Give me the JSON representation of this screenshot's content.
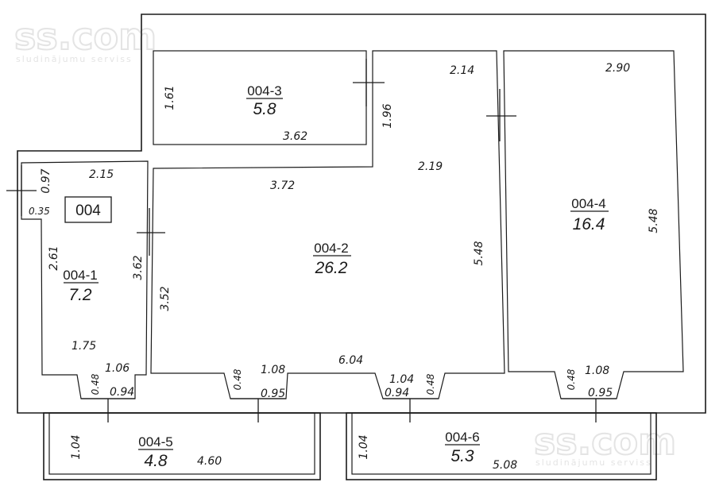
{
  "apartment": {
    "label": "004"
  },
  "watermark": {
    "brand": "ss.com",
    "tagline": "sludinājumu serviss"
  },
  "rooms": [
    {
      "id": "004-1",
      "area": "7.2"
    },
    {
      "id": "004-2",
      "area": "26.2"
    },
    {
      "id": "004-3",
      "area": "5.8"
    },
    {
      "id": "004-4",
      "area": "16.4"
    },
    {
      "id": "004-5",
      "area": "4.8"
    },
    {
      "id": "004-6",
      "area": "5.3"
    }
  ],
  "dimensions": {
    "r3_left": "1.61",
    "r3_bottom": "3.62",
    "r2_top": "2.14",
    "r2_vert": "1.96",
    "r2_mid": "2.19",
    "r2_upper": "3.72",
    "r2_right": "5.48",
    "r2_left": "3.52",
    "r2_bottom": "6.04",
    "r4_top": "2.90",
    "r4_right": "5.48",
    "r1_top": "2.15",
    "r1_side_top": "0.97",
    "r1_side_small": "0.35",
    "r1_left": "2.61",
    "r1_right": "3.62",
    "r1_bottom_left": "1.75",
    "r1_bottom_right": "1.06",
    "w1_depth": "0.48",
    "w1_width": "0.94",
    "w2_depth": "0.48",
    "w2_top": "1.08",
    "w2_width": "0.95",
    "w3_top": "1.04",
    "w3_width": "0.94",
    "w3_depth": "0.48",
    "w4_depth": "0.48",
    "w4_top": "1.08",
    "w4_width": "0.95",
    "b5_left": "1.04",
    "b5_bottom": "4.60",
    "b6_left": "1.04",
    "b6_bottom": "5.08"
  }
}
